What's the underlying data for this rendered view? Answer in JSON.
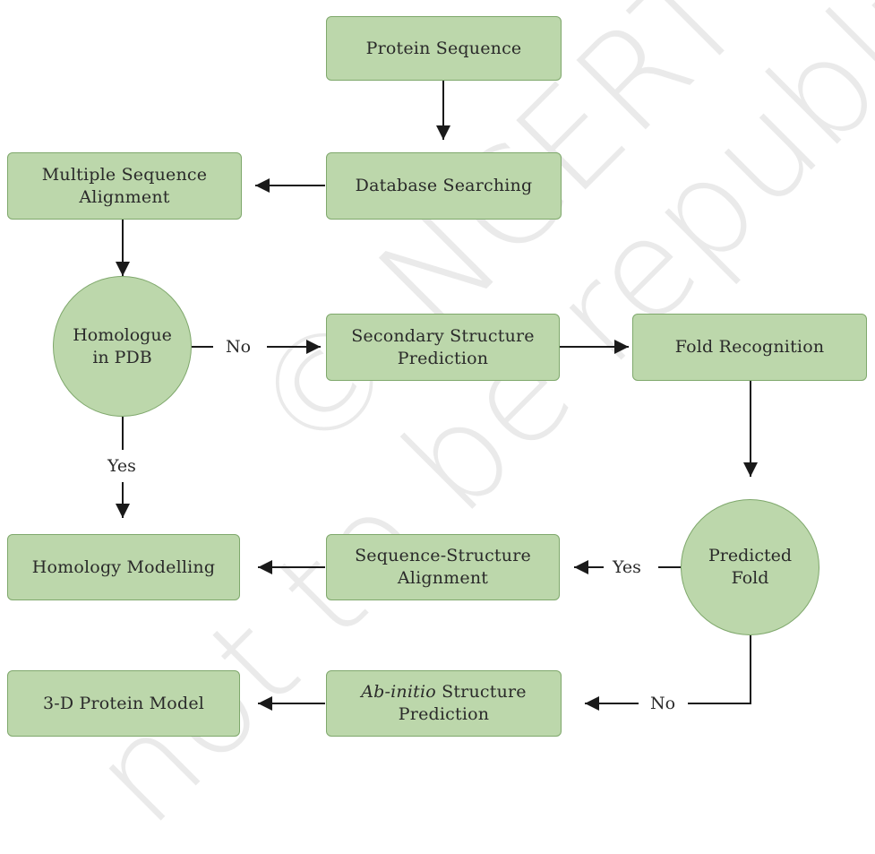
{
  "nodes": {
    "protein_sequence": "Protein Sequence",
    "database_searching": "Database Searching",
    "msa_line1": "Multiple Sequence",
    "msa_line2": "Alignment",
    "homologue_line1": "Homologue",
    "homologue_line2": "in PDB",
    "ssp_line1": "Secondary Structure",
    "ssp_line2": "Prediction",
    "fold_recognition": "Fold Recognition",
    "predicted_fold_line1": "Predicted",
    "predicted_fold_line2": "Fold",
    "ssa_line1": "Sequence-Structure",
    "ssa_line2": "Alignment",
    "homology_modelling": "Homology Modelling",
    "abinitio_italic": "Ab-initio",
    "abinitio_rest": " Structure",
    "abinitio_line2": "Prediction",
    "protein_model": "3-D Protein Model"
  },
  "edge_labels": {
    "homologue_no": "No",
    "homologue_yes": "Yes",
    "fold_yes": "Yes",
    "fold_no": "No"
  },
  "watermark": {
    "line1": "© NCERT",
    "line2": "not to be republished"
  },
  "colors": {
    "node_fill": "#bcd7ab",
    "node_border": "#7fa86c",
    "edge": "#1a1a1a"
  }
}
